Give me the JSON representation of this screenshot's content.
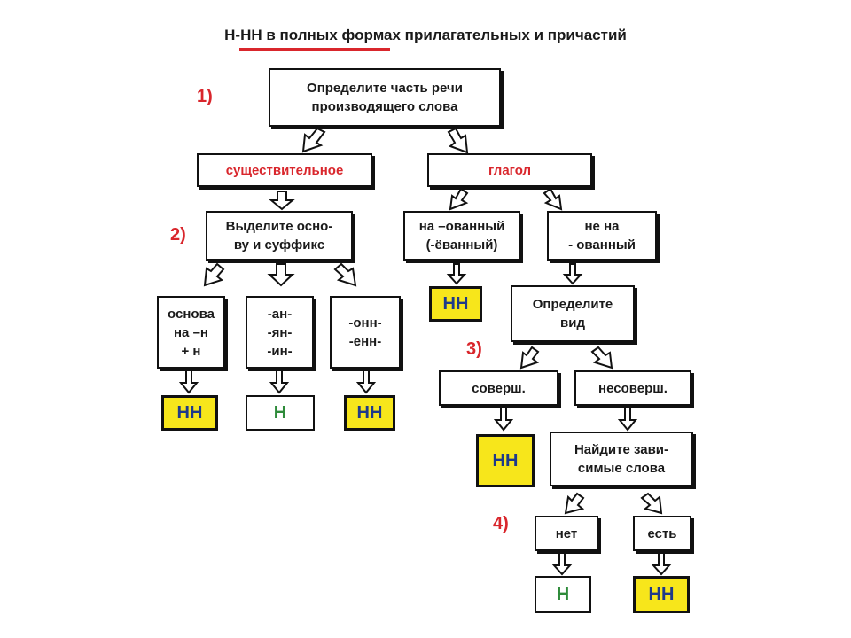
{
  "title": "Н-НН в полных формах прилагательных и причастий",
  "steps": [
    "1)",
    "2)",
    "3)",
    "4)"
  ],
  "nodes": {
    "root": "Определите часть речи\nпроизводящего слова",
    "noun": "существительное",
    "verb": "глагол",
    "stem_suffix": "Выделите осно-\nву и суффикс",
    "ovan": "на –ованный\n(-ёванный)",
    "not_ovan": "не на\n- ованный",
    "stem_n": "основа\nна –н\n+ н",
    "an_yan_in": "-ан-\n-ян-\n-ин-",
    "onn_enn": "-онн-\n-енн-",
    "res_nn_1": "НН",
    "res_n_1": "Н",
    "res_nn_2": "НН",
    "res_nn_3": "НН",
    "define_aspect": "Определите\nвид",
    "perfective": "соверш.",
    "imperfective": "несоверш.",
    "res_nn_4": "НН",
    "find_dependents": "Найдите зави-\nсимые слова",
    "no": "нет",
    "yes": "есть",
    "res_n_2": "Н",
    "res_nn_5": "НН"
  },
  "colors": {
    "accent_red": "#d9262c",
    "highlight_yellow": "#f7e61b",
    "green": "#2e8b3a",
    "blue": "#1f3a8a"
  }
}
